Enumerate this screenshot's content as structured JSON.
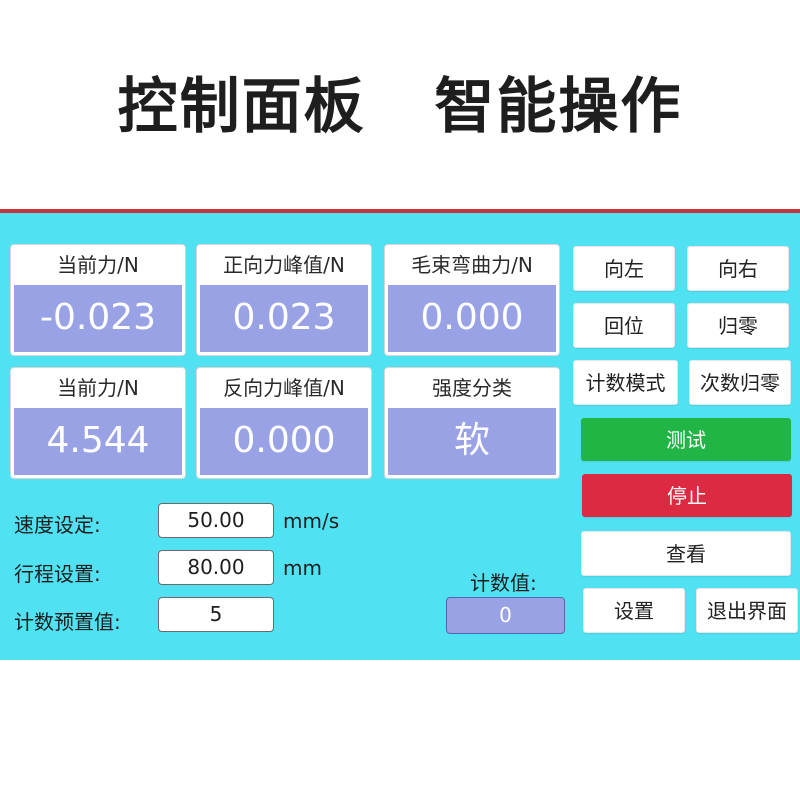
{
  "header": {
    "title": "控制面板",
    "subtitle": "智能操作"
  },
  "cards": [
    {
      "title": "当前力/N",
      "value": "-0.023"
    },
    {
      "title": "正向力峰值/N",
      "value": "0.023"
    },
    {
      "title": "毛束弯曲力/N",
      "value": "0.000"
    },
    {
      "title": "当前力/N",
      "value": "4.544"
    },
    {
      "title": "反向力峰值/N",
      "value": "0.000"
    },
    {
      "title": "强度分类",
      "value": "软"
    }
  ],
  "buttons": {
    "left": "向左",
    "right": "向右",
    "reset_position": "回位",
    "zero": "归零",
    "count_mode": "计数模式",
    "count_zero": "次数归零",
    "test": "测试",
    "stop": "停止",
    "view": "查看",
    "settings": "设置",
    "exit": "退出界面"
  },
  "settings": {
    "speed": {
      "label": "速度设定:",
      "value": "50.00",
      "unit": "mm/s"
    },
    "stroke": {
      "label": "行程设置:",
      "value": "80.00",
      "unit": "mm"
    },
    "preset": {
      "label": "计数预置值:",
      "value": "5"
    }
  },
  "counter": {
    "label": "计数值:",
    "value": "0"
  },
  "colors": {
    "panel": "#50e2f2",
    "value_box": "#9aa2e6",
    "test_button": "#21b545",
    "stop_button": "#dc2a43",
    "top_line": "#c7343f"
  }
}
